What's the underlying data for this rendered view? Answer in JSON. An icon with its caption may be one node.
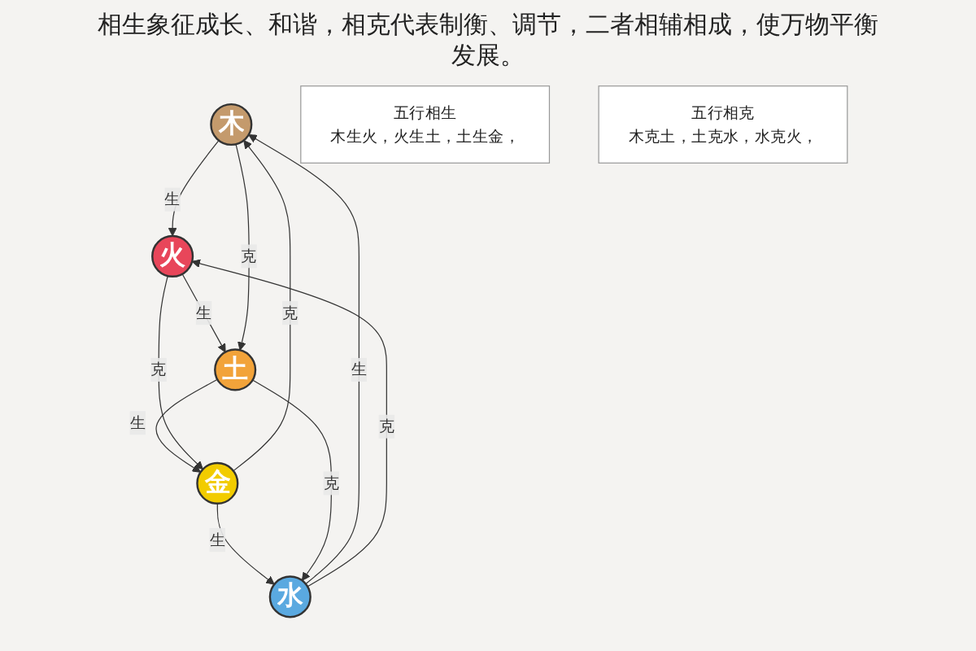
{
  "diagram": {
    "nodes": [
      {
        "text": [
          "木"
        ]
      },
      {
        "text": [
          "火"
        ]
      },
      {
        "text": [
          "土"
        ]
      },
      {
        "text": [
          "金"
        ]
      },
      {
        "text": [
          "水"
        ]
      },
      {
        "text": [
          "五行相生",
          "木生火，火生土，土生金，"
        ]
      },
      {
        "text": [
          "五行相克",
          "木克土，土克水，水克火，"
        ]
      }
    ],
    "edges": [
      {
        "from": 0,
        "to": 1,
        "arrow": "to",
        "label": "生"
      },
      {
        "from": 1,
        "to": 2,
        "arrow": "to",
        "label": "生"
      },
      {
        "from": 2,
        "to": 3,
        "arrow": "to",
        "label": "生"
      },
      {
        "from": 3,
        "to": 4,
        "arrow": "to",
        "label": "生"
      },
      {
        "from": 4,
        "to": 0,
        "arrow": "to",
        "label": "生"
      },
      {
        "from": 0,
        "to": 2,
        "arrow": "to",
        "label": "克"
      },
      {
        "from": 2,
        "to": 4,
        "arrow": "to",
        "label": "克"
      },
      {
        "from": 4,
        "to": 1,
        "arrow": "to",
        "label": "克"
      },
      {
        "from": 1,
        "to": 3,
        "arrow": "to",
        "label": "克"
      },
      {
        "from": 3,
        "to": 0,
        "arrow": "to",
        "label": "克"
      }
    ],
    "labels": [
      "相生象征成长、和谐，相克代表制衡、调节，二者相辅相成，使万物平衡发展。"
    ]
  }
}
